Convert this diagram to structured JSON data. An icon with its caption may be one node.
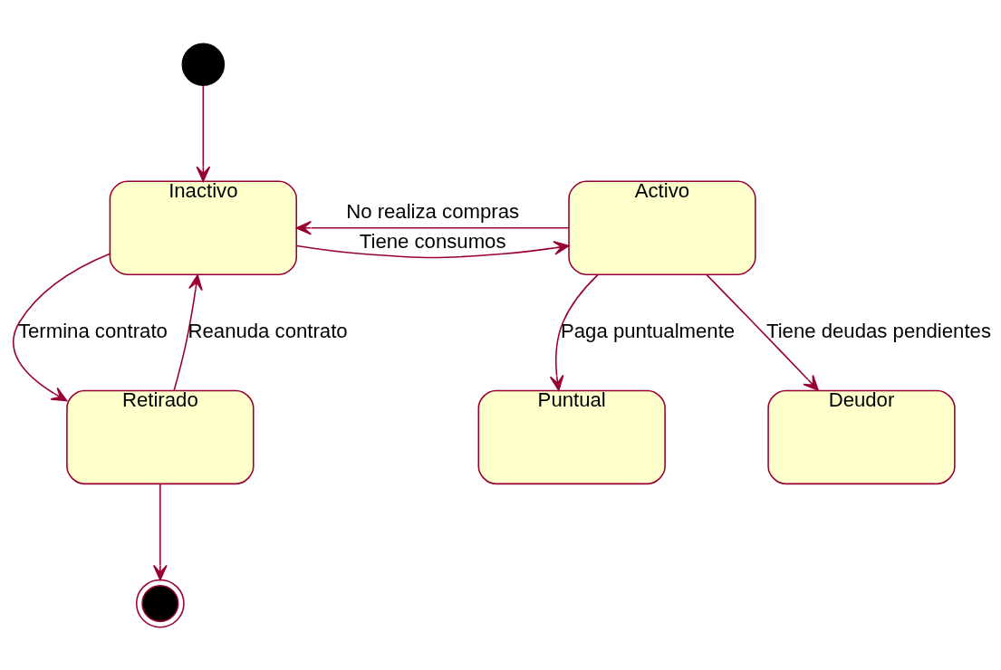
{
  "diagram": {
    "nodes": [
      {
        "text": [],
        "shape": "circle"
      },
      {
        "text": [
          "Inactivo"
        ]
      },
      {
        "text": [
          "Activo"
        ]
      },
      {
        "text": [
          "Retirado"
        ]
      },
      {
        "text": [
          "Puntual"
        ]
      },
      {
        "text": [
          "Deudor"
        ]
      },
      {
        "text": [],
        "shape": "circle"
      }
    ],
    "edges": [
      {
        "from": 0,
        "to": 1,
        "arrow": "to"
      },
      {
        "from": 1,
        "to": 2,
        "arrow": "to",
        "label": "Tiene consumos"
      },
      {
        "from": 2,
        "to": 1,
        "arrow": "to",
        "label": "No realiza compras"
      },
      {
        "from": 1,
        "to": 3,
        "arrow": "to",
        "label": "Termina contrato"
      },
      {
        "from": 3,
        "to": 1,
        "arrow": "to",
        "label": "Reanuda contrato"
      },
      {
        "from": 2,
        "to": 4,
        "arrow": "to",
        "label": "Paga puntualmente"
      },
      {
        "from": 2,
        "to": 5,
        "arrow": "to",
        "label": "Tiene deudas pendientes"
      },
      {
        "from": 3,
        "to": 6,
        "arrow": "to"
      }
    ]
  }
}
